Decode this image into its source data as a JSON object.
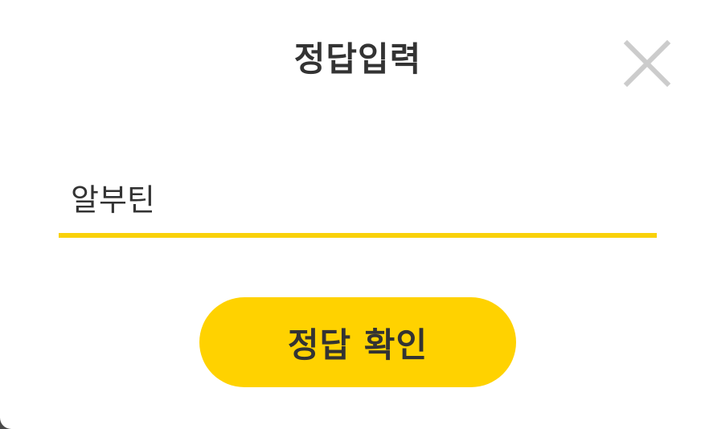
{
  "dialog": {
    "title": "정답입력",
    "close_icon": "close-icon",
    "answer_value": "알부틴",
    "confirm_label": "정답 확인"
  },
  "colors": {
    "accent": "#ffd200",
    "underline": "#f9d10a",
    "text": "#333333",
    "close_icon": "#cccccc"
  }
}
